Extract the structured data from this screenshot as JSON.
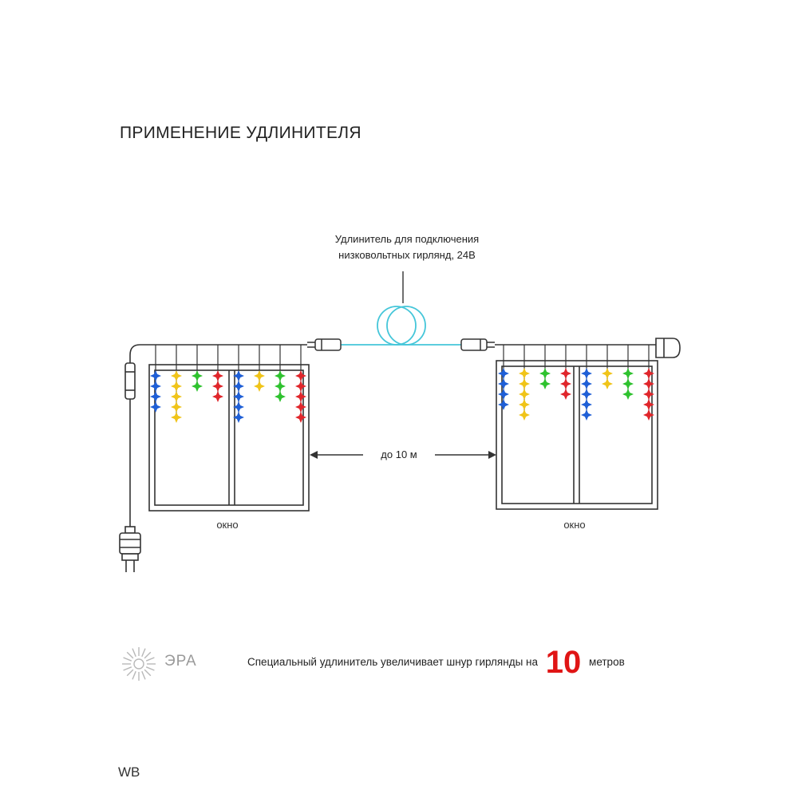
{
  "title": "ПРИМЕНЕНИЕ УДЛИНИТЕЛЯ",
  "extension_label": [
    "Удлинитель для подключения",
    "низковольтных гирлянд, 24В"
  ],
  "distance_label": "до 10 м",
  "window_label": "окно",
  "bottom_text": {
    "before": "Специальный удлинитель увеличивает шнур гирлянды на",
    "number": "10",
    "after": "метров"
  },
  "brand": "ЭРА",
  "watermark": "WB",
  "colors": {
    "blue": "#1f5fd6",
    "yellow": "#f0c419",
    "green": "#2fc22f",
    "red": "#e0262b",
    "cable": "#45c6d9",
    "line": "#333333",
    "accent": "#e01515"
  },
  "garland_pattern": [
    {
      "color": "blue",
      "stars": 4
    },
    {
      "color": "yellow",
      "stars": 5
    },
    {
      "color": "green",
      "stars": 2
    },
    {
      "color": "red",
      "stars": 3
    },
    {
      "color": "blue",
      "stars": 5
    },
    {
      "color": "yellow",
      "stars": 2
    },
    {
      "color": "green",
      "stars": 3
    },
    {
      "color": "red",
      "stars": 5
    }
  ]
}
